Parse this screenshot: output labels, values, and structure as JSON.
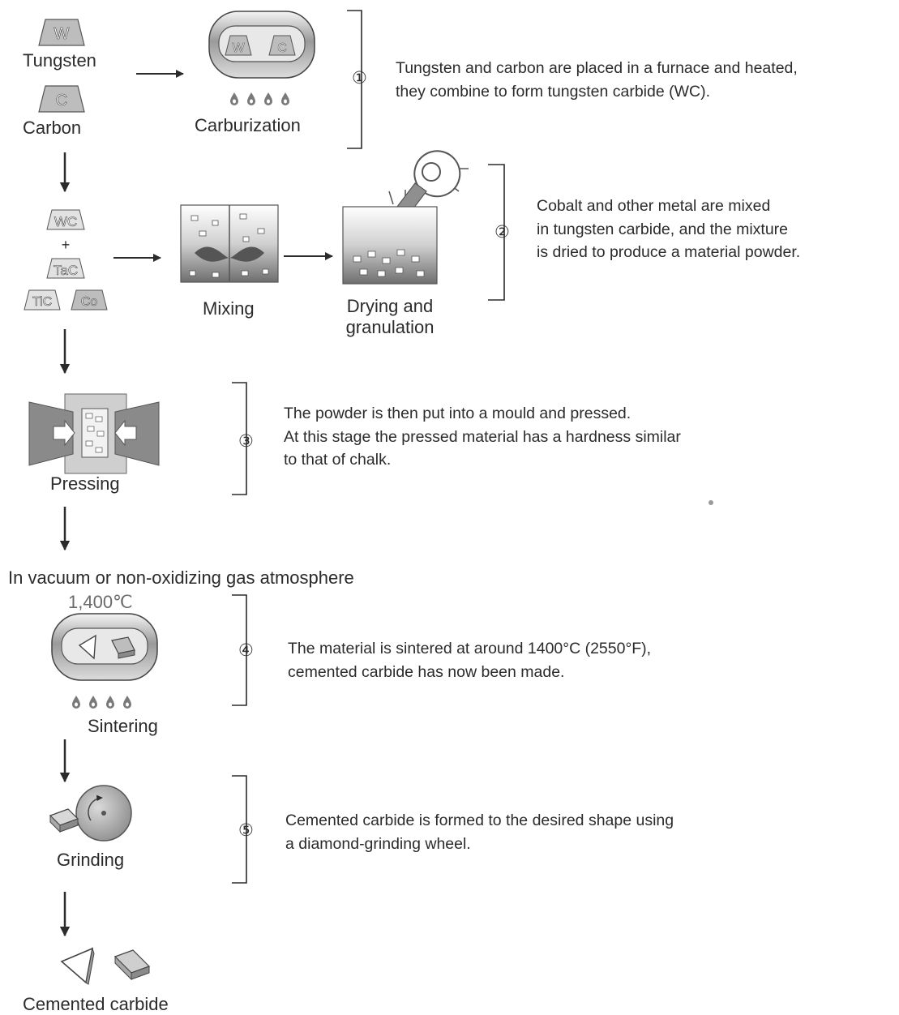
{
  "colors": {
    "ink": "#2b2b2b",
    "shape_fill": "#bdbdbd",
    "shape_light": "#e2e2e2",
    "shape_dark": "#7a7a7a"
  },
  "step1": {
    "symbols": [
      "W",
      "C"
    ],
    "tungsten_label": "Tungsten",
    "carbon_label": "Carbon",
    "furnace_label": "Carburization",
    "number": "①",
    "description": [
      "Tungsten and carbon are placed in a furnace and heated,",
      "they combine to form tungsten carbide (WC)."
    ]
  },
  "step2": {
    "ingredients": [
      "WC",
      "+",
      "TaC",
      "TiC",
      "Co"
    ],
    "mixing_label": "Mixing",
    "drying_label": [
      "Drying and",
      "granulation"
    ],
    "number": "②",
    "description": [
      "Cobalt and other metal are mixed",
      "in tungsten carbide, and the mixture",
      "is dried to produce a material powder."
    ]
  },
  "step3": {
    "label": "Pressing",
    "number": "③",
    "description": [
      "The powder is then put into a mould and pressed.",
      "At this stage the pressed material has a hardness similar",
      "to that of chalk."
    ]
  },
  "step4": {
    "atmosphere": "In vacuum or non-oxidizing gas atmosphere",
    "temperature": "1,400℃",
    "label": "Sintering",
    "number": "④",
    "description": [
      "The material is sintered at around 1400°C (2550°F),",
      "cemented carbide has now been made."
    ]
  },
  "step5": {
    "label": "Grinding",
    "number": "⑤",
    "description": [
      "Cemented carbide is formed to the desired shape using",
      "a diamond-grinding wheel."
    ]
  },
  "final": {
    "label": "Cemented carbide"
  }
}
